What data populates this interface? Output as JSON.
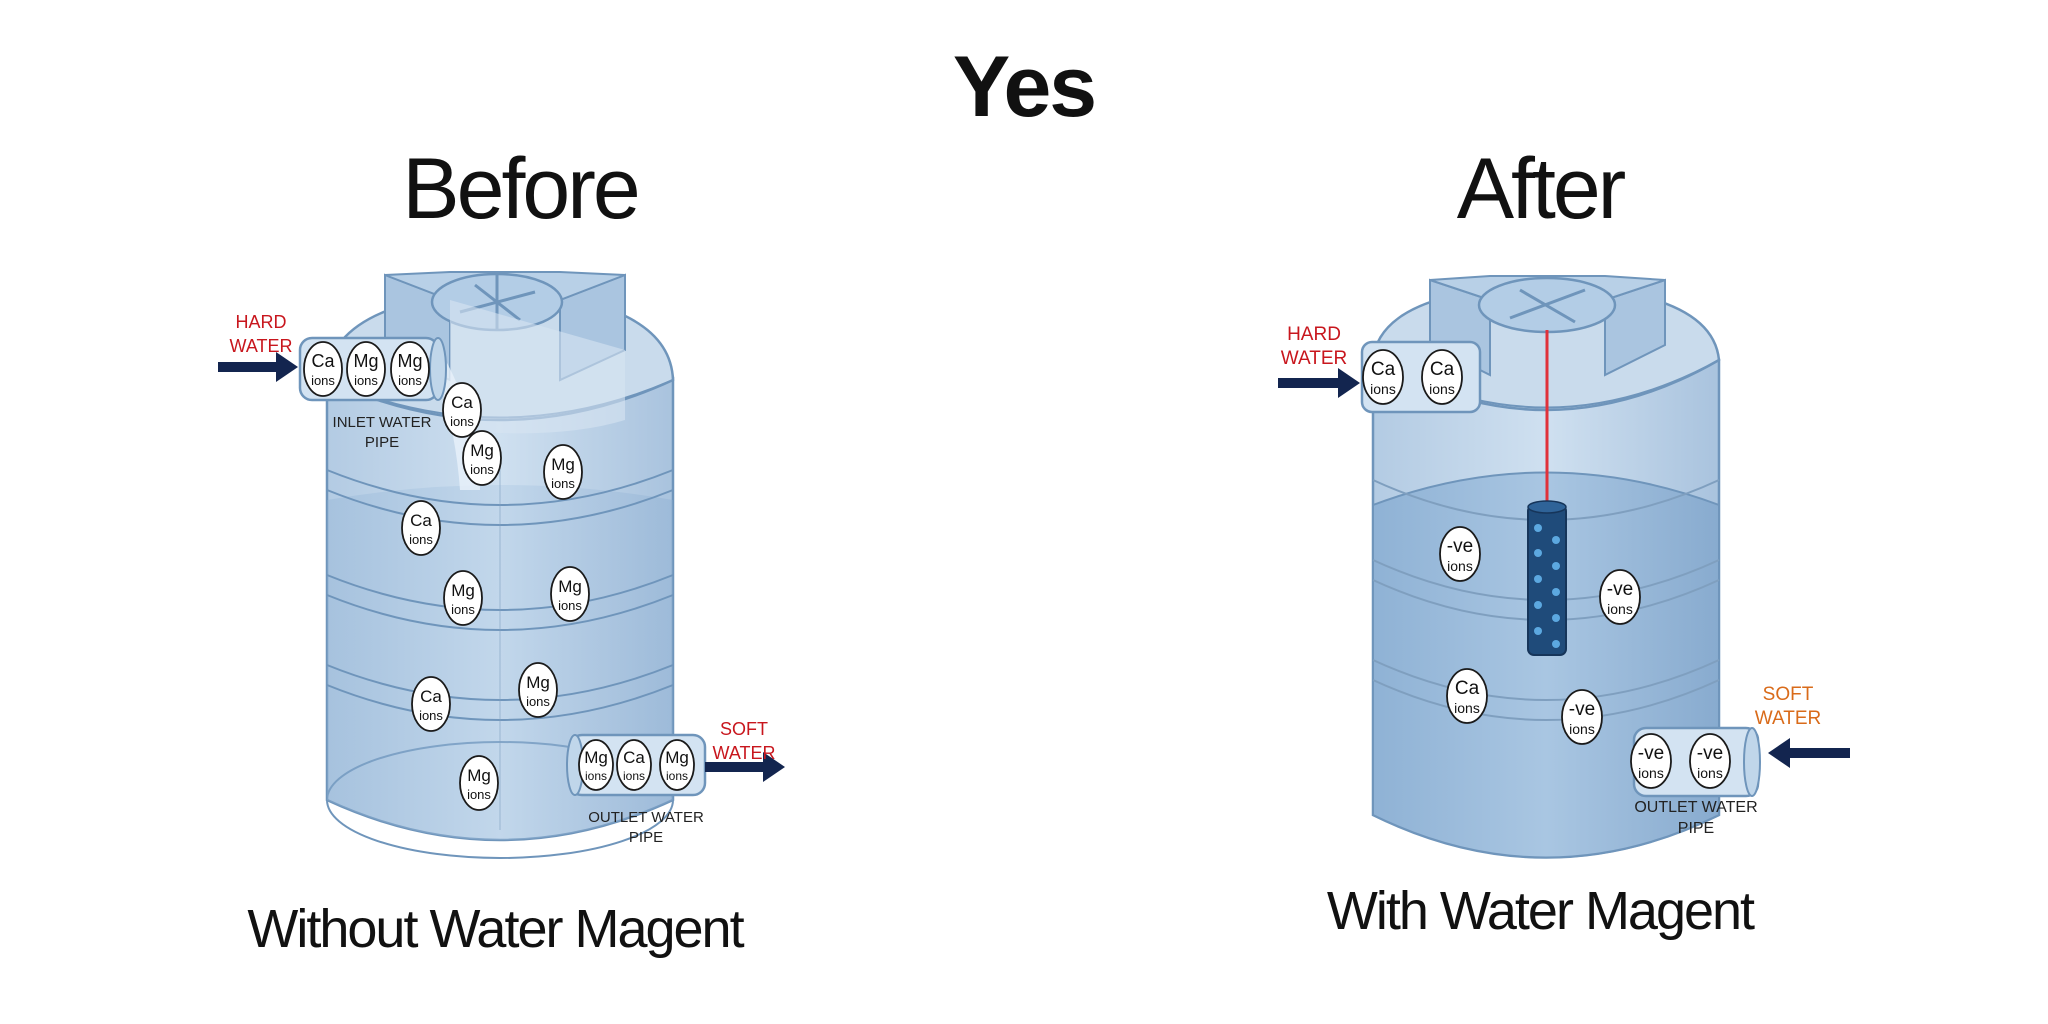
{
  "page_title": "Yes",
  "before": {
    "title": "Before",
    "caption": "Without Water Magent",
    "hard_water": [
      "HARD",
      "WATER"
    ],
    "soft_water": [
      "SOFT",
      "WATER"
    ],
    "inlet_label": [
      "INLET WATER",
      "PIPE"
    ],
    "outlet_label": [
      "OUTLET WATER",
      "PIPE"
    ],
    "inlet_ions": [
      [
        "Ca",
        "ions"
      ],
      [
        "Mg",
        "ions"
      ],
      [
        "Mg",
        "ions"
      ]
    ],
    "outlet_ions": [
      [
        "Mg",
        "ions"
      ],
      [
        "Ca",
        "ions"
      ],
      [
        "Mg",
        "ions"
      ]
    ],
    "tank_ions": [
      [
        "Ca",
        "ions"
      ],
      [
        "Mg",
        "ions"
      ],
      [
        "Mg",
        "ions"
      ],
      [
        "Ca",
        "ions"
      ],
      [
        "Mg",
        "ions"
      ],
      [
        "Mg",
        "ions"
      ],
      [
        "Ca",
        "ions"
      ],
      [
        "Mg",
        "ions"
      ],
      [
        "Mg",
        "ions"
      ]
    ]
  },
  "after": {
    "title": "After",
    "caption": "With Water Magent",
    "hard_water": [
      "HARD",
      "WATER"
    ],
    "soft_water": [
      "SOFT",
      "WATER"
    ],
    "outlet_label": [
      "OUTLET WATER",
      "PIPE"
    ],
    "inlet_ions": [
      [
        "Ca",
        "ions"
      ],
      [
        "Ca",
        "ions"
      ]
    ],
    "outlet_ions": [
      [
        "-ve",
        "ions"
      ],
      [
        "-ve",
        "ions"
      ]
    ],
    "tank_ions": [
      [
        "-ve",
        "ions"
      ],
      [
        "-ve",
        "ions"
      ],
      [
        "Ca",
        "ions"
      ],
      [
        "-ve",
        "ions"
      ]
    ]
  },
  "colors": {
    "tank_fill": "#c4d6e8",
    "tank_stroke": "#6f95bb",
    "water_fill": "#9fbedb",
    "hard_water_label": "#c8161d",
    "soft_water_label_before": "#c8161d",
    "soft_water_label_after": "#d96b1a",
    "arrow": "#13254f",
    "magnet_rod": "#1f4b7a",
    "magnet_dots": "#5ca8e0",
    "magnet_wire": "#e0313a"
  }
}
